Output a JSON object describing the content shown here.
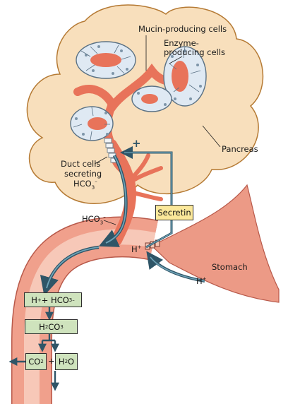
{
  "labels": {
    "mucin": "Mucin-producing cells",
    "enzyme_line1": "Enzyme-",
    "enzyme_line2": "producing cells",
    "pancreas": "Pancreas",
    "duct_line1": "Duct cells",
    "duct_line2": "secreting",
    "duct_hco": "HCO",
    "stomach": "Stomach",
    "hco3": "HCO",
    "h_ion": "H",
    "h_ion_right": "H",
    "secretin": "Secretin",
    "plus_sign": "+"
  },
  "reactions": {
    "box1_h": "H",
    "box1_plus": " + HCO",
    "box2_main": "H",
    "box2_co": "CO",
    "co2": "CO",
    "plus_between": "+",
    "h2o_h": "H",
    "h2o_o": "O"
  },
  "sub_sup": {
    "three": "3",
    "two": "2",
    "minus": "–",
    "plus": "+"
  },
  "colors": {
    "pancreas_fill": "#f8dfbc",
    "pancreas_stroke": "#b57a34",
    "duct": "#e8735a",
    "duodenum_outer": "#f0a08c",
    "duodenum_inner": "#f7c8b8",
    "stomach": "#ec9a86",
    "arrow": "#4a7e93",
    "arrow_dark": "#2f5567",
    "acinus_fill": "#dfe9f3",
    "acinus_stroke": "#5a7184",
    "green_box": "#cfe3bd",
    "yellow_box": "#fbe89a"
  }
}
